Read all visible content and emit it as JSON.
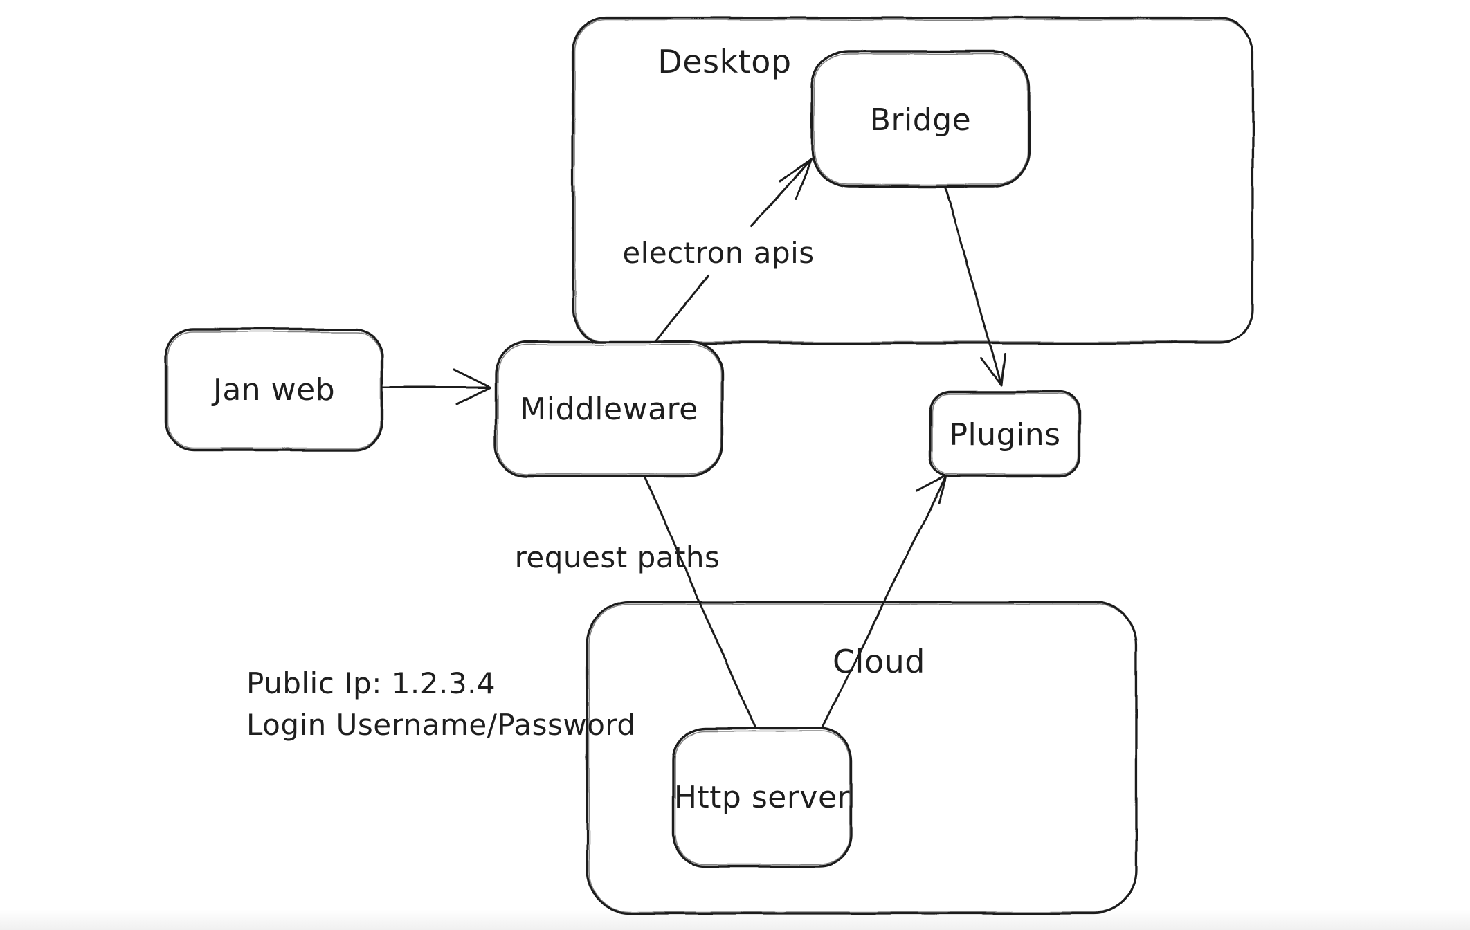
{
  "canvas": {
    "background": "#ffffff",
    "stroke_color": "#1e1e1e",
    "footer_tint": "#f0f0f0"
  },
  "containers": [
    {
      "id": "desktop",
      "label": "Desktop"
    },
    {
      "id": "cloud",
      "label": "Cloud"
    }
  ],
  "nodes": [
    {
      "id": "jan-web",
      "label": "Jan web"
    },
    {
      "id": "middleware",
      "label": "Middleware"
    },
    {
      "id": "bridge",
      "label": "Bridge"
    },
    {
      "id": "plugins",
      "label": "Plugins"
    },
    {
      "id": "http-server",
      "label": "Http server"
    }
  ],
  "edges": [
    {
      "id": "janweb-to-middleware",
      "from": "Jan web",
      "to": "Middleware",
      "label": ""
    },
    {
      "id": "middleware-to-bridge",
      "from": "Middleware",
      "to": "Bridge",
      "label": "electron apis"
    },
    {
      "id": "bridge-to-plugins",
      "from": "Bridge",
      "to": "Plugins",
      "label": ""
    },
    {
      "id": "middleware-to-httpserver",
      "from": "Middleware",
      "to": "Http server",
      "label": "request paths"
    },
    {
      "id": "httpserver-to-plugins",
      "from": "Http server",
      "to": "Plugins",
      "label": ""
    }
  ],
  "annotations": {
    "public_ip": "Public Ip: 1.2.3.4",
    "login": "Login Username/Password"
  }
}
